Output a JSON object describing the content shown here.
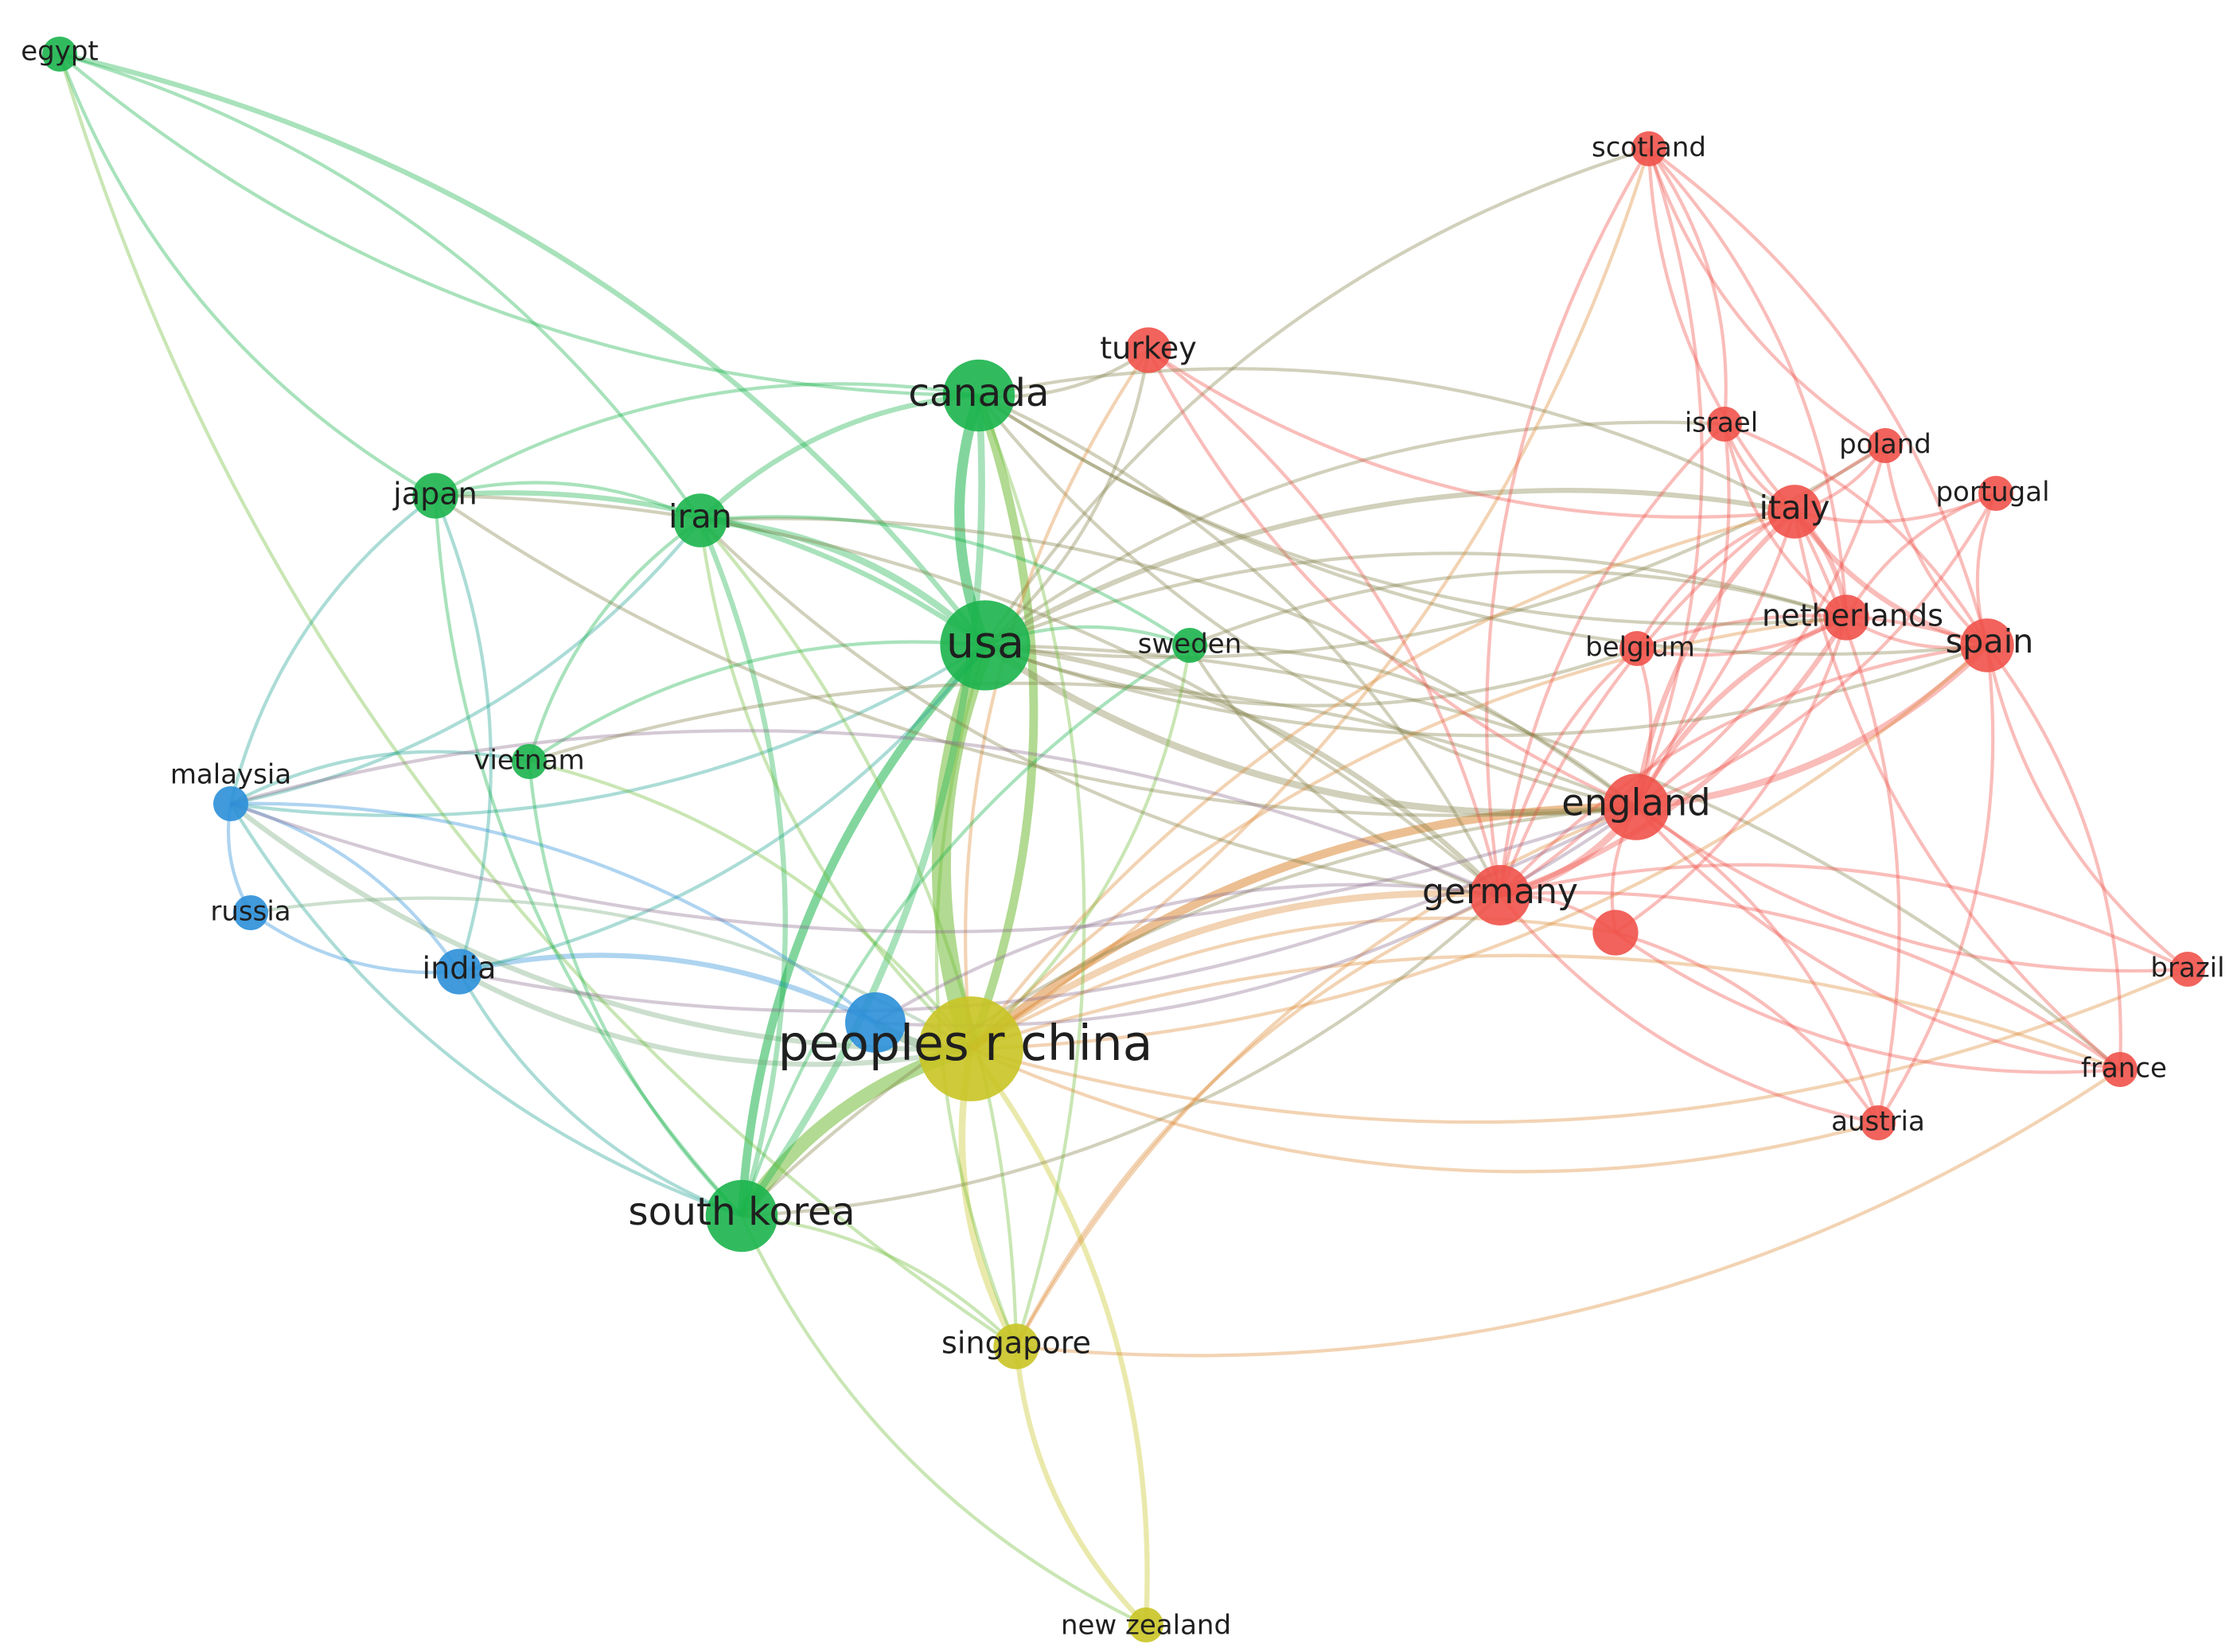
{
  "clusters": {
    "red": "#f0524a",
    "green": "#1bb44c",
    "blue": "#2b8fd8",
    "yellow": "#c9c425"
  },
  "nodes": [
    {
      "id": "egypt",
      "label": "egypt",
      "cluster": "green",
      "weight": 1
    },
    {
      "id": "scotland",
      "label": "scotland",
      "cluster": "red",
      "weight": 1
    },
    {
      "id": "turkey",
      "label": "turkey",
      "cluster": "red",
      "weight": 2
    },
    {
      "id": "canada",
      "label": "canada",
      "cluster": "green",
      "weight": 6
    },
    {
      "id": "israel",
      "label": "israel",
      "cluster": "red",
      "weight": 1
    },
    {
      "id": "poland",
      "label": "poland",
      "cluster": "red",
      "weight": 1
    },
    {
      "id": "portugal",
      "label": "portugal",
      "cluster": "red",
      "weight": 1
    },
    {
      "id": "japan",
      "label": "japan",
      "cluster": "green",
      "weight": 2
    },
    {
      "id": "iran",
      "label": "iran",
      "cluster": "green",
      "weight": 3
    },
    {
      "id": "italy",
      "label": "italy",
      "cluster": "red",
      "weight": 3
    },
    {
      "id": "usa",
      "label": "usa",
      "cluster": "green",
      "weight": 10
    },
    {
      "id": "sweden",
      "label": "sweden",
      "cluster": "green",
      "weight": 1
    },
    {
      "id": "belgium",
      "label": "belgium",
      "cluster": "red",
      "weight": 1
    },
    {
      "id": "netherlands",
      "label": "netherlands",
      "cluster": "red",
      "weight": 2
    },
    {
      "id": "spain",
      "label": "spain",
      "cluster": "red",
      "weight": 3
    },
    {
      "id": "malaysia",
      "label": "malaysia",
      "cluster": "blue",
      "weight": 1
    },
    {
      "id": "vietnam",
      "label": "vietnam",
      "cluster": "green",
      "weight": 1
    },
    {
      "id": "england",
      "label": "england",
      "cluster": "red",
      "weight": 5
    },
    {
      "id": "germany",
      "label": "germany",
      "cluster": "red",
      "weight": 4
    },
    {
      "id": "russia",
      "label": "russia",
      "cluster": "blue",
      "weight": 1
    },
    {
      "id": "india",
      "label": "india",
      "cluster": "blue",
      "weight": 2
    },
    {
      "id": "unlabeled_red",
      "label": "",
      "cluster": "red",
      "weight": 2
    },
    {
      "id": "brazil",
      "label": "brazil",
      "cluster": "red",
      "weight": 1
    },
    {
      "id": "unlabeled_blue",
      "label": "",
      "cluster": "blue",
      "weight": 4
    },
    {
      "id": "china",
      "label": "peoples r china",
      "cluster": "yellow",
      "weight": 14
    },
    {
      "id": "france",
      "label": "france",
      "cluster": "red",
      "weight": 1
    },
    {
      "id": "austria",
      "label": "austria",
      "cluster": "red",
      "weight": 1
    },
    {
      "id": "south_korea",
      "label": "south korea",
      "cluster": "green",
      "weight": 6
    },
    {
      "id": "singapore",
      "label": "singapore",
      "cluster": "yellow",
      "weight": 2
    },
    {
      "id": "new_zealand",
      "label": "new zealand",
      "cluster": "yellow",
      "weight": 1
    }
  ],
  "edges": [
    [
      "china",
      "usa",
      10
    ],
    [
      "china",
      "south_korea",
      7
    ],
    [
      "usa",
      "canada",
      5
    ],
    [
      "china",
      "canada",
      4
    ],
    [
      "china",
      "england",
      4
    ],
    [
      "usa",
      "south_korea",
      4
    ],
    [
      "china",
      "unlabeled_blue",
      4
    ],
    [
      "usa",
      "england",
      3
    ],
    [
      "canada",
      "south_korea",
      3
    ],
    [
      "china",
      "singapore",
      3
    ],
    [
      "china",
      "germany",
      3
    ],
    [
      "usa",
      "iran",
      3
    ],
    [
      "england",
      "germany",
      3
    ],
    [
      "england",
      "spain",
      3
    ],
    [
      "england",
      "italy",
      2
    ],
    [
      "usa",
      "egypt",
      2
    ],
    [
      "usa",
      "germany",
      2
    ],
    [
      "canada",
      "iran",
      2
    ],
    [
      "china",
      "india",
      2
    ],
    [
      "unlabeled_blue",
      "india",
      2
    ],
    [
      "china",
      "malaysia",
      2
    ],
    [
      "south_korea",
      "iran",
      2
    ],
    [
      "usa",
      "italy",
      2
    ],
    [
      "usa",
      "japan",
      2
    ],
    [
      "england",
      "netherlands",
      2
    ],
    [
      "italy",
      "spain",
      2
    ],
    [
      "italy",
      "netherlands",
      2
    ],
    [
      "germany",
      "netherlands",
      2
    ],
    [
      "china",
      "new_zealand",
      2
    ],
    [
      "singapore",
      "new_zealand",
      2
    ],
    [
      "usa",
      "sweden",
      1
    ],
    [
      "usa",
      "vietnam",
      1
    ],
    [
      "usa",
      "malaysia",
      1
    ],
    [
      "usa",
      "turkey",
      1
    ],
    [
      "usa",
      "scotland",
      1
    ],
    [
      "usa",
      "spain",
      1
    ],
    [
      "usa",
      "netherlands",
      1
    ],
    [
      "usa",
      "belgium",
      1
    ],
    [
      "usa",
      "israel",
      1
    ],
    [
      "usa",
      "poland",
      1
    ],
    [
      "usa",
      "france",
      1
    ],
    [
      "usa",
      "singapore",
      1
    ],
    [
      "usa",
      "india",
      1
    ],
    [
      "canada",
      "england",
      1
    ],
    [
      "canada",
      "egypt",
      1
    ],
    [
      "canada",
      "japan",
      1
    ],
    [
      "canada",
      "germany",
      1
    ],
    [
      "canada",
      "turkey",
      1
    ],
    [
      "canada",
      "singapore",
      1
    ],
    [
      "egypt",
      "japan",
      1
    ],
    [
      "egypt",
      "iran",
      1
    ],
    [
      "egypt",
      "singapore",
      1
    ],
    [
      "japan",
      "iran",
      1
    ],
    [
      "japan",
      "malaysia",
      1
    ],
    [
      "japan",
      "india",
      1
    ],
    [
      "japan",
      "south_korea",
      1
    ],
    [
      "iran",
      "malaysia",
      1
    ],
    [
      "iran",
      "vietnam",
      1
    ],
    [
      "iran",
      "singapore",
      1
    ],
    [
      "iran",
      "china",
      1
    ],
    [
      "malaysia",
      "india",
      1
    ],
    [
      "malaysia",
      "russia",
      1
    ],
    [
      "malaysia",
      "vietnam",
      1
    ],
    [
      "malaysia",
      "south_korea",
      1
    ],
    [
      "malaysia",
      "unlabeled_blue",
      1
    ],
    [
      "russia",
      "india",
      1
    ],
    [
      "russia",
      "china",
      1
    ],
    [
      "vietnam",
      "south_korea",
      1
    ],
    [
      "vietnam",
      "china",
      1
    ],
    [
      "india",
      "south_korea",
      1
    ],
    [
      "china",
      "italy",
      1
    ],
    [
      "china",
      "spain",
      1
    ],
    [
      "china",
      "france",
      1
    ],
    [
      "china",
      "austria",
      1
    ],
    [
      "china",
      "turkey",
      1
    ],
    [
      "china",
      "sweden",
      1
    ],
    [
      "china",
      "netherlands",
      1
    ],
    [
      "china",
      "scotland",
      1
    ],
    [
      "china",
      "unlabeled_red",
      1
    ],
    [
      "china",
      "brazil",
      1
    ],
    [
      "south_korea",
      "england",
      1
    ],
    [
      "south_korea",
      "germany",
      1
    ],
    [
      "south_korea",
      "singapore",
      1
    ],
    [
      "south_korea",
      "new_zealand",
      1
    ],
    [
      "singapore",
      "england",
      1
    ],
    [
      "singapore",
      "france",
      1
    ],
    [
      "singapore",
      "germany",
      1
    ],
    [
      "turkey",
      "england",
      1
    ],
    [
      "turkey",
      "germany",
      1
    ],
    [
      "turkey",
      "italy",
      1
    ],
    [
      "scotland",
      "england",
      1
    ],
    [
      "scotland",
      "italy",
      1
    ],
    [
      "scotland",
      "spain",
      1
    ],
    [
      "scotland",
      "germany",
      1
    ],
    [
      "scotland",
      "netherlands",
      1
    ],
    [
      "scotland",
      "poland",
      1
    ],
    [
      "scotland",
      "israel",
      1
    ],
    [
      "israel",
      "italy",
      1
    ],
    [
      "israel",
      "england",
      1
    ],
    [
      "israel",
      "germany",
      1
    ],
    [
      "israel",
      "spain",
      1
    ],
    [
      "israel",
      "netherlands",
      1
    ],
    [
      "poland",
      "italy",
      1
    ],
    [
      "poland",
      "spain",
      1
    ],
    [
      "poland",
      "england",
      1
    ],
    [
      "poland",
      "germany",
      1
    ],
    [
      "portugal",
      "italy",
      1
    ],
    [
      "portugal",
      "spain",
      1
    ],
    [
      "portugal",
      "england",
      1
    ],
    [
      "portugal",
      "netherlands",
      1
    ],
    [
      "belgium",
      "england",
      1
    ],
    [
      "belgium",
      "germany",
      1
    ],
    [
      "belgium",
      "italy",
      1
    ],
    [
      "belgium",
      "netherlands",
      1
    ],
    [
      "belgium",
      "spain",
      1
    ],
    [
      "netherlands",
      "spain",
      1
    ],
    [
      "germany",
      "spain",
      1
    ],
    [
      "germany",
      "italy",
      1
    ],
    [
      "germany",
      "unlabeled_red",
      1
    ],
    [
      "england",
      "unlabeled_red",
      1
    ],
    [
      "germany",
      "france",
      1
    ],
    [
      "germany",
      "austria",
      1
    ],
    [
      "germany",
      "brazil",
      1
    ],
    [
      "england",
      "france",
      1
    ],
    [
      "england",
      "austria",
      1
    ],
    [
      "england",
      "brazil",
      1
    ],
    [
      "spain",
      "france",
      1
    ],
    [
      "spain",
      "brazil",
      1
    ],
    [
      "spain",
      "austria",
      1
    ],
    [
      "italy",
      "france",
      1
    ],
    [
      "italy",
      "austria",
      1
    ],
    [
      "unlabeled_red",
      "france",
      1
    ],
    [
      "unlabeled_red",
      "austria",
      1
    ],
    [
      "unlabeled_red",
      "netherlands",
      1
    ],
    [
      "sweden",
      "england",
      1
    ],
    [
      "sweden",
      "germany",
      1
    ],
    [
      "sweden",
      "netherlands",
      1
    ],
    [
      "sweden",
      "south_korea",
      1
    ],
    [
      "iran",
      "england",
      1
    ],
    [
      "iran",
      "germany",
      1
    ],
    [
      "iran",
      "sweden",
      1
    ],
    [
      "japan",
      "england",
      1
    ],
    [
      "japan",
      "germany",
      1
    ],
    [
      "malaysia",
      "england",
      1
    ],
    [
      "malaysia",
      "germany",
      1
    ],
    [
      "india",
      "england",
      1
    ],
    [
      "vietnam",
      "england",
      1
    ],
    [
      "unlabeled_blue",
      "england",
      1
    ],
    [
      "unlabeled_blue",
      "germany",
      1
    ],
    [
      "canada",
      "spain",
      1
    ],
    [
      "canada",
      "italy",
      1
    ],
    [
      "canada",
      "netherlands",
      1
    ]
  ]
}
